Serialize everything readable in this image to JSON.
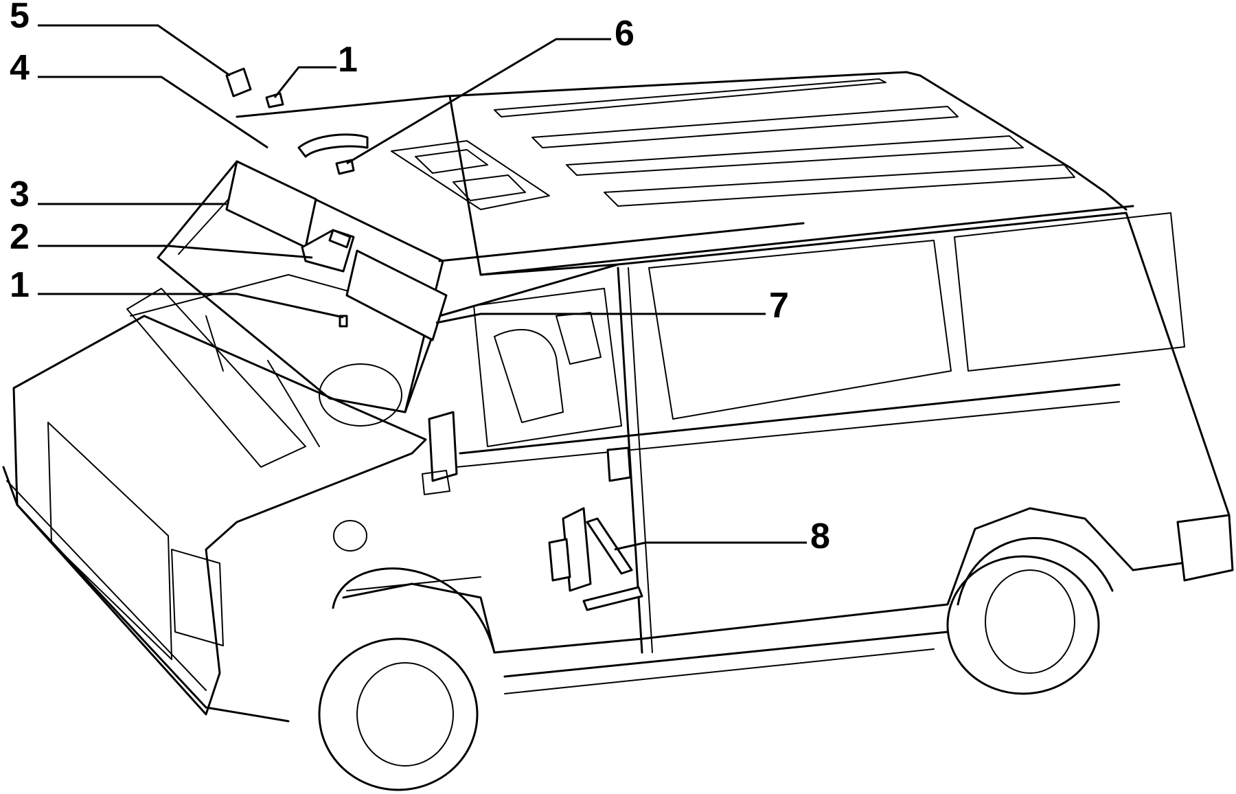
{
  "callouts": [
    {
      "id": "label-5",
      "text": "5"
    },
    {
      "id": "label-4",
      "text": "4"
    },
    {
      "id": "label-1-top",
      "text": "1"
    },
    {
      "id": "label-6",
      "text": "6"
    },
    {
      "id": "label-3",
      "text": "3"
    },
    {
      "id": "label-2",
      "text": "2"
    },
    {
      "id": "label-1-lower",
      "text": "1"
    },
    {
      "id": "label-7",
      "text": "7"
    },
    {
      "id": "label-8",
      "text": "8"
    }
  ]
}
